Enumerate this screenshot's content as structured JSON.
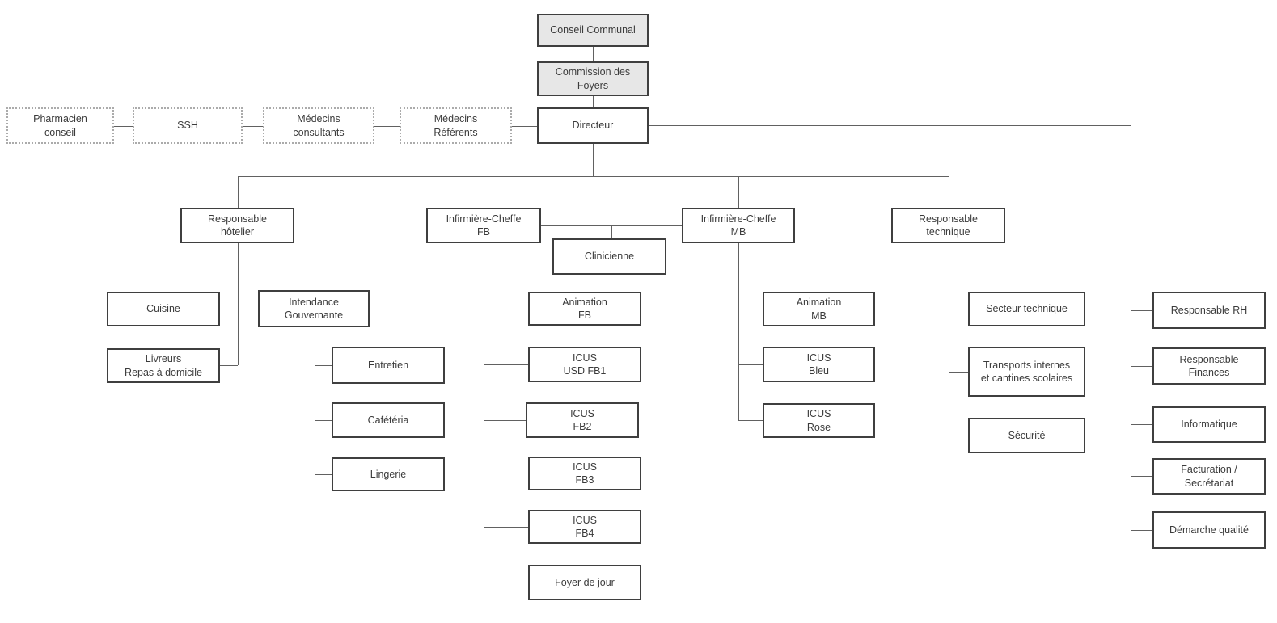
{
  "colors": {
    "highlight_box_fill": "#e7e7e7",
    "box_border": "#3f3f3f",
    "dotted_border": "#ababab",
    "connector": "#616161",
    "text": "#3b3b3b",
    "background": "#ffffff"
  },
  "nodes": {
    "conseil_communal": {
      "label": "Conseil Communal"
    },
    "commission_foyers": {
      "label": "Commission des\nFoyers"
    },
    "directeur": {
      "label": "Directeur"
    },
    "pharmacien_conseil": {
      "label": "Pharmacien\nconseil"
    },
    "ssh": {
      "label": "SSH"
    },
    "medecins_consultants": {
      "label": "Médecins\nconsultants"
    },
    "medecins_referents": {
      "label": "Médecins\nRéférents"
    },
    "responsable_hotelier": {
      "label": "Responsable\nhôtelier"
    },
    "infirmiere_cheffe_fb": {
      "label": "Infirmière-Cheffe\nFB"
    },
    "infirmiere_cheffe_mb": {
      "label": "Infirmière-Cheffe\nMB"
    },
    "responsable_technique": {
      "label": "Responsable\ntechnique"
    },
    "clinicienne": {
      "label": "Clinicienne"
    },
    "cuisine": {
      "label": "Cuisine"
    },
    "livreurs_repas_domicile": {
      "label": "Livreurs\nRepas à domicile"
    },
    "intendance_gouvernante": {
      "label": "Intendance\nGouvernante"
    },
    "entretien": {
      "label": "Entretien"
    },
    "cafeteria": {
      "label": "Cafétéria"
    },
    "lingerie": {
      "label": "Lingerie"
    },
    "animation_fb": {
      "label": "Animation\nFB"
    },
    "icus_usd_fb1": {
      "label": "ICUS\nUSD FB1"
    },
    "icus_fb2": {
      "label": "ICUS\nFB2"
    },
    "icus_fb3": {
      "label": "ICUS\nFB3"
    },
    "icus_fb4": {
      "label": "ICUS\nFB4"
    },
    "foyer_de_jour": {
      "label": "Foyer de jour"
    },
    "animation_mb": {
      "label": "Animation\nMB"
    },
    "icus_bleu": {
      "label": "ICUS\nBleu"
    },
    "icus_rose": {
      "label": "ICUS\nRose"
    },
    "secteur_technique": {
      "label": "Secteur technique"
    },
    "transports_cantines": {
      "label": "Transports internes\net cantines scolaires"
    },
    "securite": {
      "label": "Sécurité"
    },
    "responsable_rh": {
      "label": "Responsable RH"
    },
    "responsable_finances": {
      "label": "Responsable\nFinances"
    },
    "informatique": {
      "label": "Informatique"
    },
    "facturation_secretariat": {
      "label": "Facturation /\nSecrétariat"
    },
    "demarche_qualite": {
      "label": "Démarche qualité"
    }
  },
  "edges": [
    [
      "conseil_communal",
      "commission_foyers"
    ],
    [
      "commission_foyers",
      "directeur"
    ],
    [
      "directeur",
      "medecins_referents"
    ],
    [
      "medecins_referents",
      "medecins_consultants"
    ],
    [
      "medecins_consultants",
      "ssh"
    ],
    [
      "ssh",
      "pharmacien_conseil"
    ],
    [
      "directeur",
      "responsable_hotelier"
    ],
    [
      "directeur",
      "infirmiere_cheffe_fb"
    ],
    [
      "directeur",
      "infirmiere_cheffe_mb"
    ],
    [
      "directeur",
      "responsable_technique"
    ],
    [
      "directeur",
      "responsable_rh"
    ],
    [
      "directeur",
      "responsable_finances"
    ],
    [
      "directeur",
      "informatique"
    ],
    [
      "directeur",
      "facturation_secretariat"
    ],
    [
      "directeur",
      "demarche_qualite"
    ],
    [
      "infirmiere_cheffe_fb",
      "clinicienne"
    ],
    [
      "infirmiere_cheffe_mb",
      "clinicienne"
    ],
    [
      "responsable_hotelier",
      "cuisine"
    ],
    [
      "responsable_hotelier",
      "livreurs_repas_domicile"
    ],
    [
      "responsable_hotelier",
      "intendance_gouvernante"
    ],
    [
      "intendance_gouvernante",
      "entretien"
    ],
    [
      "intendance_gouvernante",
      "cafeteria"
    ],
    [
      "intendance_gouvernante",
      "lingerie"
    ],
    [
      "infirmiere_cheffe_fb",
      "animation_fb"
    ],
    [
      "infirmiere_cheffe_fb",
      "icus_usd_fb1"
    ],
    [
      "infirmiere_cheffe_fb",
      "icus_fb2"
    ],
    [
      "infirmiere_cheffe_fb",
      "icus_fb3"
    ],
    [
      "infirmiere_cheffe_fb",
      "icus_fb4"
    ],
    [
      "infirmiere_cheffe_fb",
      "foyer_de_jour"
    ],
    [
      "infirmiere_cheffe_mb",
      "animation_mb"
    ],
    [
      "infirmiere_cheffe_mb",
      "icus_bleu"
    ],
    [
      "infirmiere_cheffe_mb",
      "icus_rose"
    ],
    [
      "responsable_technique",
      "secteur_technique"
    ],
    [
      "responsable_technique",
      "transports_cantines"
    ],
    [
      "responsable_technique",
      "securite"
    ]
  ]
}
